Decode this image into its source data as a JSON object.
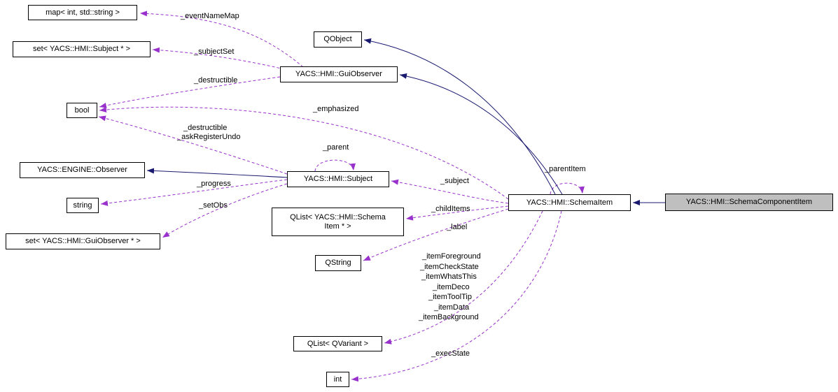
{
  "diagram": {
    "kind": "doxygen-collaboration-graph",
    "colors": {
      "background": "#ffffff",
      "node_fill": "#ffffff",
      "node_border": "#000000",
      "focus_node_fill": "#bfbfbf",
      "association_edge": "#9932cc",
      "inheritance_edge": "#191970",
      "label_text": "#000000"
    },
    "nodes": [
      {
        "id": "map-int-string",
        "label": "map< int, std::string >"
      },
      {
        "id": "set-subject",
        "label": "set< YACS::HMI::Subject * >"
      },
      {
        "id": "bool",
        "label": "bool"
      },
      {
        "id": "engine-observer",
        "label": "YACS::ENGINE::Observer"
      },
      {
        "id": "string",
        "label": "string"
      },
      {
        "id": "set-guiobserver",
        "label": "set< YACS::HMI::GuiObserver * >"
      },
      {
        "id": "qobject",
        "label": "QObject"
      },
      {
        "id": "guiobserver",
        "label": "YACS::HMI::GuiObserver"
      },
      {
        "id": "subject",
        "label": "YACS::HMI::Subject"
      },
      {
        "id": "qlist-schemaitem",
        "label": "QList< YACS::HMI::Schema",
        "label2": "Item * >"
      },
      {
        "id": "qstring",
        "label": "QString"
      },
      {
        "id": "qlist-qvariant",
        "label": "QList< QVariant >"
      },
      {
        "id": "int",
        "label": "int"
      },
      {
        "id": "schemaitem",
        "label": "YACS::HMI::SchemaItem"
      },
      {
        "id": "schemacomponentitem",
        "label": "YACS::HMI::SchemaComponentItem"
      }
    ],
    "edges": [
      {
        "from": "YACS::HMI::GuiObserver",
        "to": "map< int, std::string >",
        "type": "association",
        "labels": [
          "_eventNameMap"
        ]
      },
      {
        "from": "YACS::HMI::GuiObserver",
        "to": "set< YACS::HMI::Subject * >",
        "type": "association",
        "labels": [
          "_subjectSet"
        ]
      },
      {
        "from": "YACS::HMI::GuiObserver",
        "to": "bool",
        "type": "association",
        "labels": [
          "_destructible"
        ]
      },
      {
        "from": "YACS::HMI::SchemaItem",
        "to": "bool",
        "type": "association",
        "labels": [
          "_emphasized"
        ]
      },
      {
        "from": "YACS::HMI::Subject",
        "to": "bool",
        "type": "association",
        "labels": [
          "_destructible",
          "_askRegisterUndo"
        ]
      },
      {
        "from": "YACS::HMI::Subject",
        "to": "YACS::HMI::Subject",
        "type": "association",
        "labels": [
          "_parent"
        ]
      },
      {
        "from": "YACS::HMI::SchemaItem",
        "to": "YACS::HMI::SchemaItem",
        "type": "association",
        "labels": [
          "_parentItem"
        ]
      },
      {
        "from": "YACS::HMI::SchemaItem",
        "to": "YACS::HMI::Subject",
        "type": "association",
        "labels": [
          "_subject"
        ]
      },
      {
        "from": "YACS::HMI::Subject",
        "to": "string",
        "type": "association",
        "labels": [
          "_progress"
        ]
      },
      {
        "from": "YACS::HMI::Subject",
        "to": "set< YACS::HMI::GuiObserver * >",
        "type": "association",
        "labels": [
          "_setObs"
        ]
      },
      {
        "from": "YACS::HMI::SchemaItem",
        "to": "QList< YACS::HMI::SchemaItem * >",
        "type": "association",
        "labels": [
          "_childItems"
        ]
      },
      {
        "from": "YACS::HMI::SchemaItem",
        "to": "QString",
        "type": "association",
        "labels": [
          "_label"
        ]
      },
      {
        "from": "YACS::HMI::SchemaItem",
        "to": "QList< QVariant >",
        "type": "association",
        "labels": [
          "_itemForeground",
          "_itemCheckState",
          "_itemWhatsThis",
          "_itemDeco",
          "_itemToolTip",
          "_itemData",
          "_itemBackground"
        ]
      },
      {
        "from": "YACS::HMI::SchemaItem",
        "to": "int",
        "type": "association",
        "labels": [
          "_execState"
        ]
      },
      {
        "from": "YACS::HMI::SchemaItem",
        "to": "QObject",
        "type": "inheritance",
        "labels": []
      },
      {
        "from": "YACS::HMI::SchemaItem",
        "to": "YACS::HMI::GuiObserver",
        "type": "inheritance",
        "labels": []
      },
      {
        "from": "YACS::HMI::Subject",
        "to": "YACS::ENGINE::Observer",
        "type": "inheritance",
        "labels": []
      },
      {
        "from": "YACS::HMI::SchemaComponentItem",
        "to": "YACS::HMI::SchemaItem",
        "type": "inheritance",
        "labels": []
      }
    ]
  }
}
